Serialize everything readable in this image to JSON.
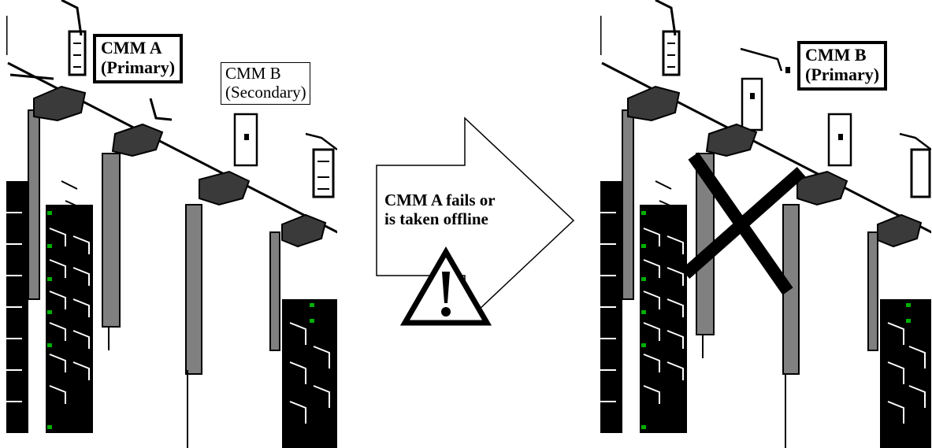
{
  "left_panel": {
    "primary_label": {
      "line1": "CMM A",
      "line2": "(Primary)"
    },
    "secondary_label": {
      "line1": "CMM B",
      "line2": "(Secondary)"
    }
  },
  "transition": {
    "line1": "CMM A fails or",
    "line2": "is taken offline"
  },
  "right_panel": {
    "primary_label": {
      "line1": "CMM B",
      "line2": "(Primary)"
    }
  },
  "colors": {
    "board": "#808080",
    "board_dark": "#3a3a3a",
    "led": "#00b000",
    "outline": "#000000"
  }
}
